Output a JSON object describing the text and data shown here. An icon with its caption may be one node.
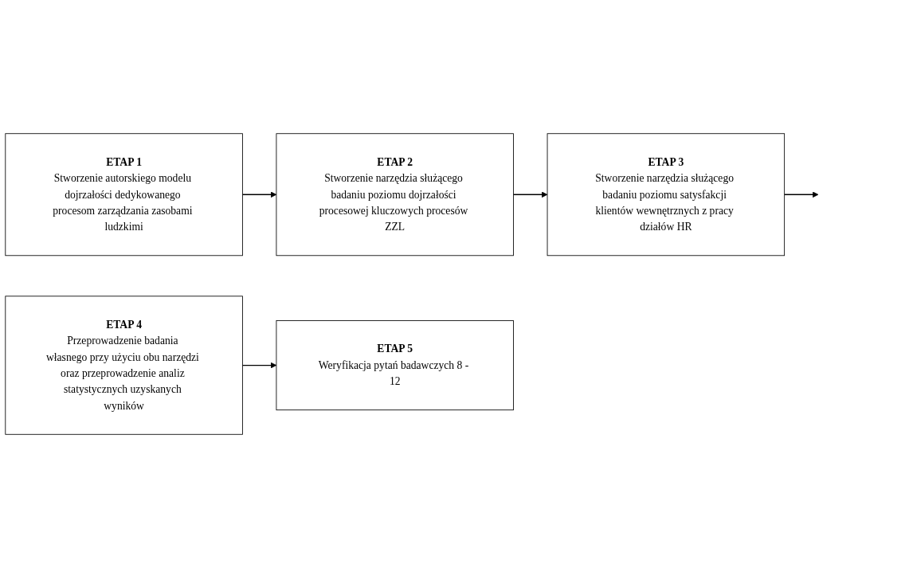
{
  "diagram": {
    "nodes": [
      {
        "text": [
          "ETAP 1",
          "Stworzenie autorskiego modelu dojrzałości dedykowanego procesom zarządzania zasobami ludzkimi"
        ]
      },
      {
        "text": [
          "ETAP 2",
          "Stworzenie narzędzia służącego badaniu poziomu dojrzałości procesowej kluczowych procesów ZZL"
        ]
      },
      {
        "text": [
          "ETAP 3",
          "Stworzenie narzędzia służącego badaniu poziomu satysfakcji klientów wewnętrznych z pracy działów HR"
        ]
      },
      {
        "text": [
          "ETAP 4",
          "Przeprowadzenie badania własnego przy użyciu obu narzędzi oraz przeprowadzenie analiz statystycznych uzyskanych wyników"
        ]
      },
      {
        "text": [
          "ETAP 5",
          "Weryfikacja pytań badawczych 8 - 12"
        ]
      }
    ],
    "edges": [
      {
        "from": 0,
        "to": 1,
        "arrow": "to"
      },
      {
        "from": 1,
        "to": 2,
        "arrow": "to"
      },
      {
        "from": 2,
        "to": null,
        "arrow": "to"
      },
      {
        "from": 3,
        "to": 4,
        "arrow": "to"
      }
    ]
  }
}
